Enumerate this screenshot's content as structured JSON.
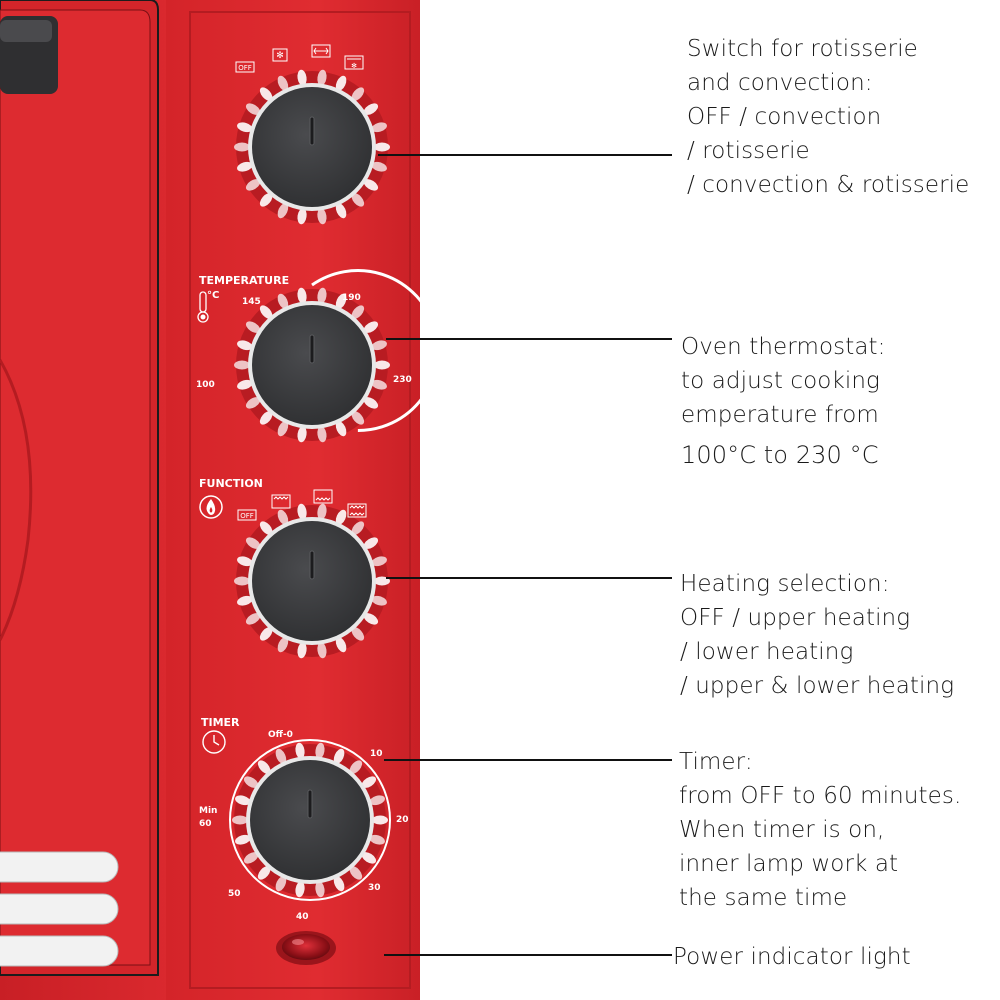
{
  "colors": {
    "panel_red": "#d8262b",
    "panel_dark_red": "#b81c22",
    "knob_dark": "#3a3b3d",
    "marking_white": "#ffffff",
    "leader_line": "#111111"
  },
  "knobs": [
    {
      "id": "rotisserie",
      "label": "",
      "icon": "",
      "settings": [
        "OFF",
        "convection-icon",
        "rotisserie-icon",
        "convection-rotisserie-icon"
      ]
    },
    {
      "id": "temperature",
      "label": "TEMPERATURE",
      "icon": "thermometer-icon",
      "unit": "°C",
      "scale": [
        "100",
        "145",
        "190",
        "230"
      ]
    },
    {
      "id": "function",
      "label": "FUNCTION",
      "icon": "flame-icon",
      "settings": [
        "OFF",
        "upper-heating-icon",
        "lower-heating-icon",
        "upper-lower-heating-icon"
      ]
    },
    {
      "id": "timer",
      "label": "TIMER",
      "icon": "clock-icon",
      "scale": [
        "Off-0",
        "10",
        "20",
        "30",
        "40",
        "50",
        "Min",
        "60"
      ]
    }
  ],
  "callouts": {
    "rotisserie": {
      "lines": [
        "Switch for rotisserie",
        "and convection:",
        "OFF / convection",
        "/ rotisserie",
        "/ convection & rotisserie"
      ]
    },
    "thermostat": {
      "lines": [
        "Oven thermostat:",
        "to adjust cooking",
        "emperature from",
        "100°C to 230 °C"
      ]
    },
    "heating": {
      "lines": [
        "Heating selection:",
        "OFF / upper heating",
        "/ lower heating",
        "/ upper & lower heating"
      ]
    },
    "timer": {
      "lines": [
        "Timer:",
        "from OFF to 60 minutes.",
        "When timer is on,",
        "inner lamp work at",
        "the same time"
      ]
    },
    "power": {
      "lines": [
        "Power indicator light"
      ]
    }
  }
}
